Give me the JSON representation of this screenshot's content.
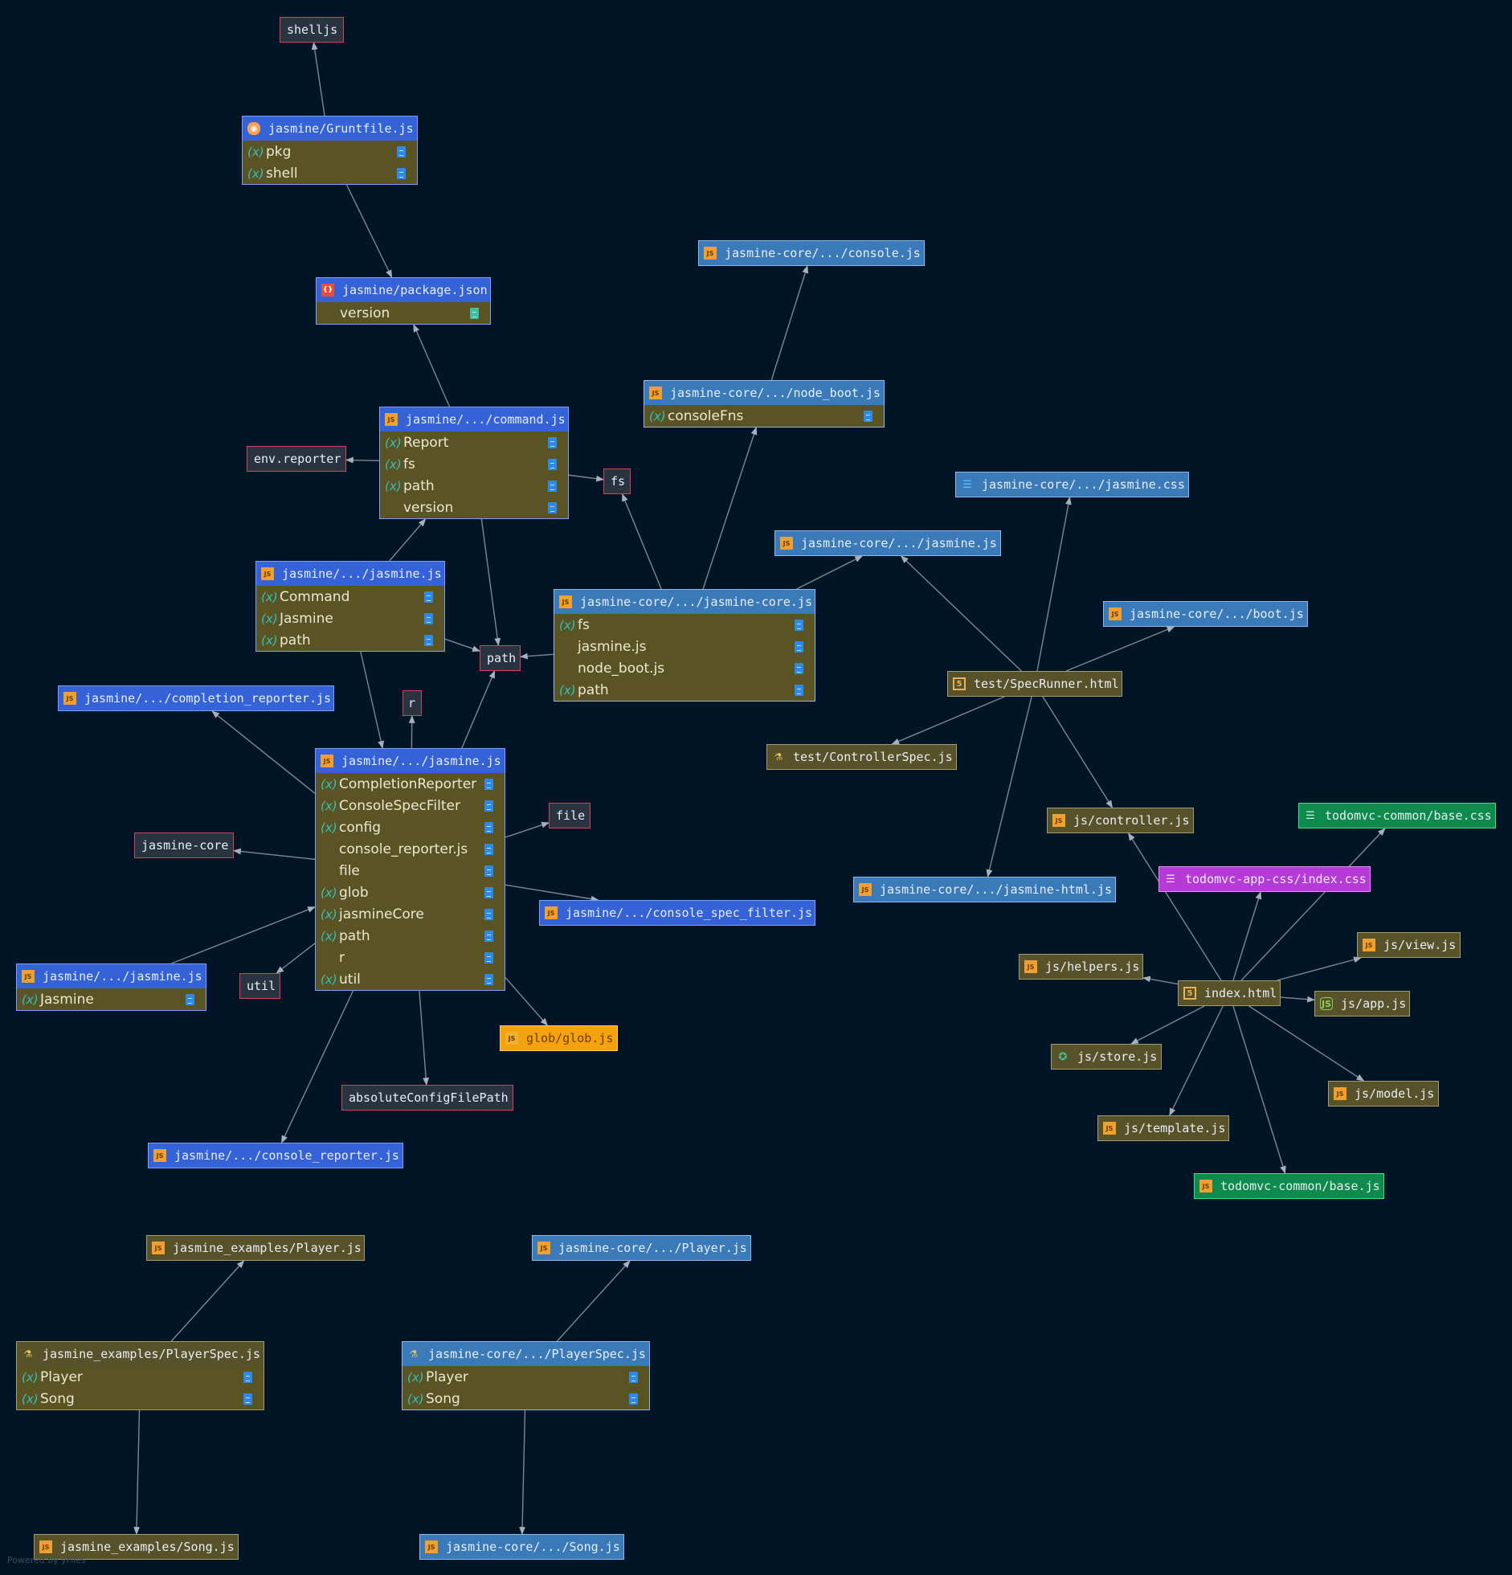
{
  "footer": "Powered by yFiles",
  "nodes": {
    "shelljs": {
      "label": "shelljs"
    },
    "gruntfile": {
      "label": "jasmine/Gruntfile.js",
      "members": [
        "pkg",
        "shell"
      ]
    },
    "package_json": {
      "label": "jasmine/package.json",
      "members": [
        "version"
      ]
    },
    "command_js": {
      "label": "jasmine/.../command.js",
      "members": [
        "Report",
        "fs",
        "path",
        "version"
      ]
    },
    "env_reporter": {
      "label": "env.reporter"
    },
    "fs": {
      "label": "fs"
    },
    "console_js": {
      "label": "jasmine-core/.../console.js"
    },
    "node_boot_js": {
      "label": "jasmine-core/.../node_boot.js",
      "members": [
        "consoleFns"
      ]
    },
    "jasmine_css": {
      "label": "jasmine-core/.../jasmine.css"
    },
    "core_jasmine_js": {
      "label": "jasmine-core/.../jasmine.js"
    },
    "jasmine_js_a": {
      "label": "jasmine/.../jasmine.js",
      "members": [
        "Command",
        "Jasmine",
        "path"
      ]
    },
    "path": {
      "label": "path"
    },
    "jasmine_core_js": {
      "label": "jasmine-core/.../jasmine-core.js",
      "members": [
        "fs",
        "jasmine.js",
        "node_boot.js",
        "path"
      ]
    },
    "boot_js": {
      "label": "jasmine-core/.../boot.js"
    },
    "spec_runner": {
      "label": "test/SpecRunner.html"
    },
    "completion_reporter": {
      "label": "jasmine/.../completion_reporter.js"
    },
    "r": {
      "label": "r"
    },
    "jasmine_js_main": {
      "label": "jasmine/.../jasmine.js",
      "members": [
        "CompletionReporter",
        "ConsoleSpecFilter",
        "config",
        "console_reporter.js",
        "file",
        "glob",
        "jasmineCore",
        "path",
        "r",
        "util"
      ]
    },
    "controller_spec": {
      "label": "test/ControllerSpec.js"
    },
    "file": {
      "label": "file"
    },
    "controller_js": {
      "label": "js/controller.js"
    },
    "todomvc_base_css": {
      "label": "todomvc-common/base.css"
    },
    "jasmine_core_ext": {
      "label": "jasmine-core"
    },
    "jasmine_html_js": {
      "label": "jasmine-core/.../jasmine-html.js"
    },
    "app_css": {
      "label": "todomvc-app-css/index.css"
    },
    "console_spec_filter": {
      "label": "jasmine/.../console_spec_filter.js"
    },
    "view_js": {
      "label": "js/view.js"
    },
    "jasmine_js_b": {
      "label": "jasmine/.../jasmine.js",
      "members": [
        "Jasmine"
      ]
    },
    "util": {
      "label": "util"
    },
    "helpers_js": {
      "label": "js/helpers.js"
    },
    "index_html": {
      "label": "index.html"
    },
    "app_js": {
      "label": "js/app.js"
    },
    "glob_js": {
      "label": "glob/glob.js"
    },
    "store_js": {
      "label": "js/store.js"
    },
    "abs_config": {
      "label": "absoluteConfigFilePath"
    },
    "model_js": {
      "label": "js/model.js"
    },
    "template_js": {
      "label": "js/template.js"
    },
    "console_reporter": {
      "label": "jasmine/.../console_reporter.js"
    },
    "todomvc_base_js": {
      "label": "todomvc-common/base.js"
    },
    "ex_player": {
      "label": "jasmine_examples/Player.js"
    },
    "core_player": {
      "label": "jasmine-core/.../Player.js"
    },
    "ex_player_spec": {
      "label": "jasmine_examples/PlayerSpec.js",
      "members": [
        "Player",
        "Song"
      ]
    },
    "core_player_spec": {
      "label": "jasmine-core/.../PlayerSpec.js",
      "members": [
        "Player",
        "Song"
      ]
    },
    "ex_song": {
      "label": "jasmine_examples/Song.js"
    },
    "core_song": {
      "label": "jasmine-core/.../Song.js"
    }
  },
  "edges": [
    [
      "gruntfile",
      "shelljs"
    ],
    [
      "gruntfile",
      "package_json"
    ],
    [
      "command_js",
      "package_json"
    ],
    [
      "command_js",
      "env_reporter"
    ],
    [
      "command_js",
      "fs"
    ],
    [
      "command_js",
      "path"
    ],
    [
      "jasmine_js_a",
      "command_js"
    ],
    [
      "jasmine_js_a",
      "path"
    ],
    [
      "jasmine_js_a",
      "jasmine_js_main"
    ],
    [
      "node_boot_js",
      "console_js"
    ],
    [
      "jasmine_core_js",
      "node_boot_js"
    ],
    [
      "jasmine_core_js",
      "fs"
    ],
    [
      "jasmine_core_js",
      "path"
    ],
    [
      "jasmine_core_js",
      "core_jasmine_js"
    ],
    [
      "spec_runner",
      "jasmine_css"
    ],
    [
      "spec_runner",
      "core_jasmine_js"
    ],
    [
      "spec_runner",
      "boot_js"
    ],
    [
      "spec_runner",
      "controller_spec"
    ],
    [
      "spec_runner",
      "controller_js"
    ],
    [
      "spec_runner",
      "jasmine_html_js"
    ],
    [
      "jasmine_js_main",
      "completion_reporter"
    ],
    [
      "jasmine_js_main",
      "r"
    ],
    [
      "jasmine_js_main",
      "path"
    ],
    [
      "jasmine_js_main",
      "jasmine_core_ext"
    ],
    [
      "jasmine_js_main",
      "file"
    ],
    [
      "jasmine_js_main",
      "console_spec_filter"
    ],
    [
      "jasmine_js_main",
      "util"
    ],
    [
      "jasmine_js_main",
      "glob_js"
    ],
    [
      "jasmine_js_main",
      "abs_config"
    ],
    [
      "jasmine_js_main",
      "console_reporter"
    ],
    [
      "jasmine_js_b",
      "jasmine_js_main"
    ],
    [
      "index_html",
      "controller_js"
    ],
    [
      "index_html",
      "app_css"
    ],
    [
      "index_html",
      "todomvc_base_css"
    ],
    [
      "index_html",
      "view_js"
    ],
    [
      "index_html",
      "helpers_js"
    ],
    [
      "index_html",
      "app_js"
    ],
    [
      "index_html",
      "store_js"
    ],
    [
      "index_html",
      "model_js"
    ],
    [
      "index_html",
      "template_js"
    ],
    [
      "index_html",
      "todomvc_base_js"
    ],
    [
      "ex_player_spec",
      "ex_player"
    ],
    [
      "ex_player_spec",
      "ex_song"
    ],
    [
      "core_player_spec",
      "core_player"
    ],
    [
      "core_player_spec",
      "core_song"
    ]
  ]
}
